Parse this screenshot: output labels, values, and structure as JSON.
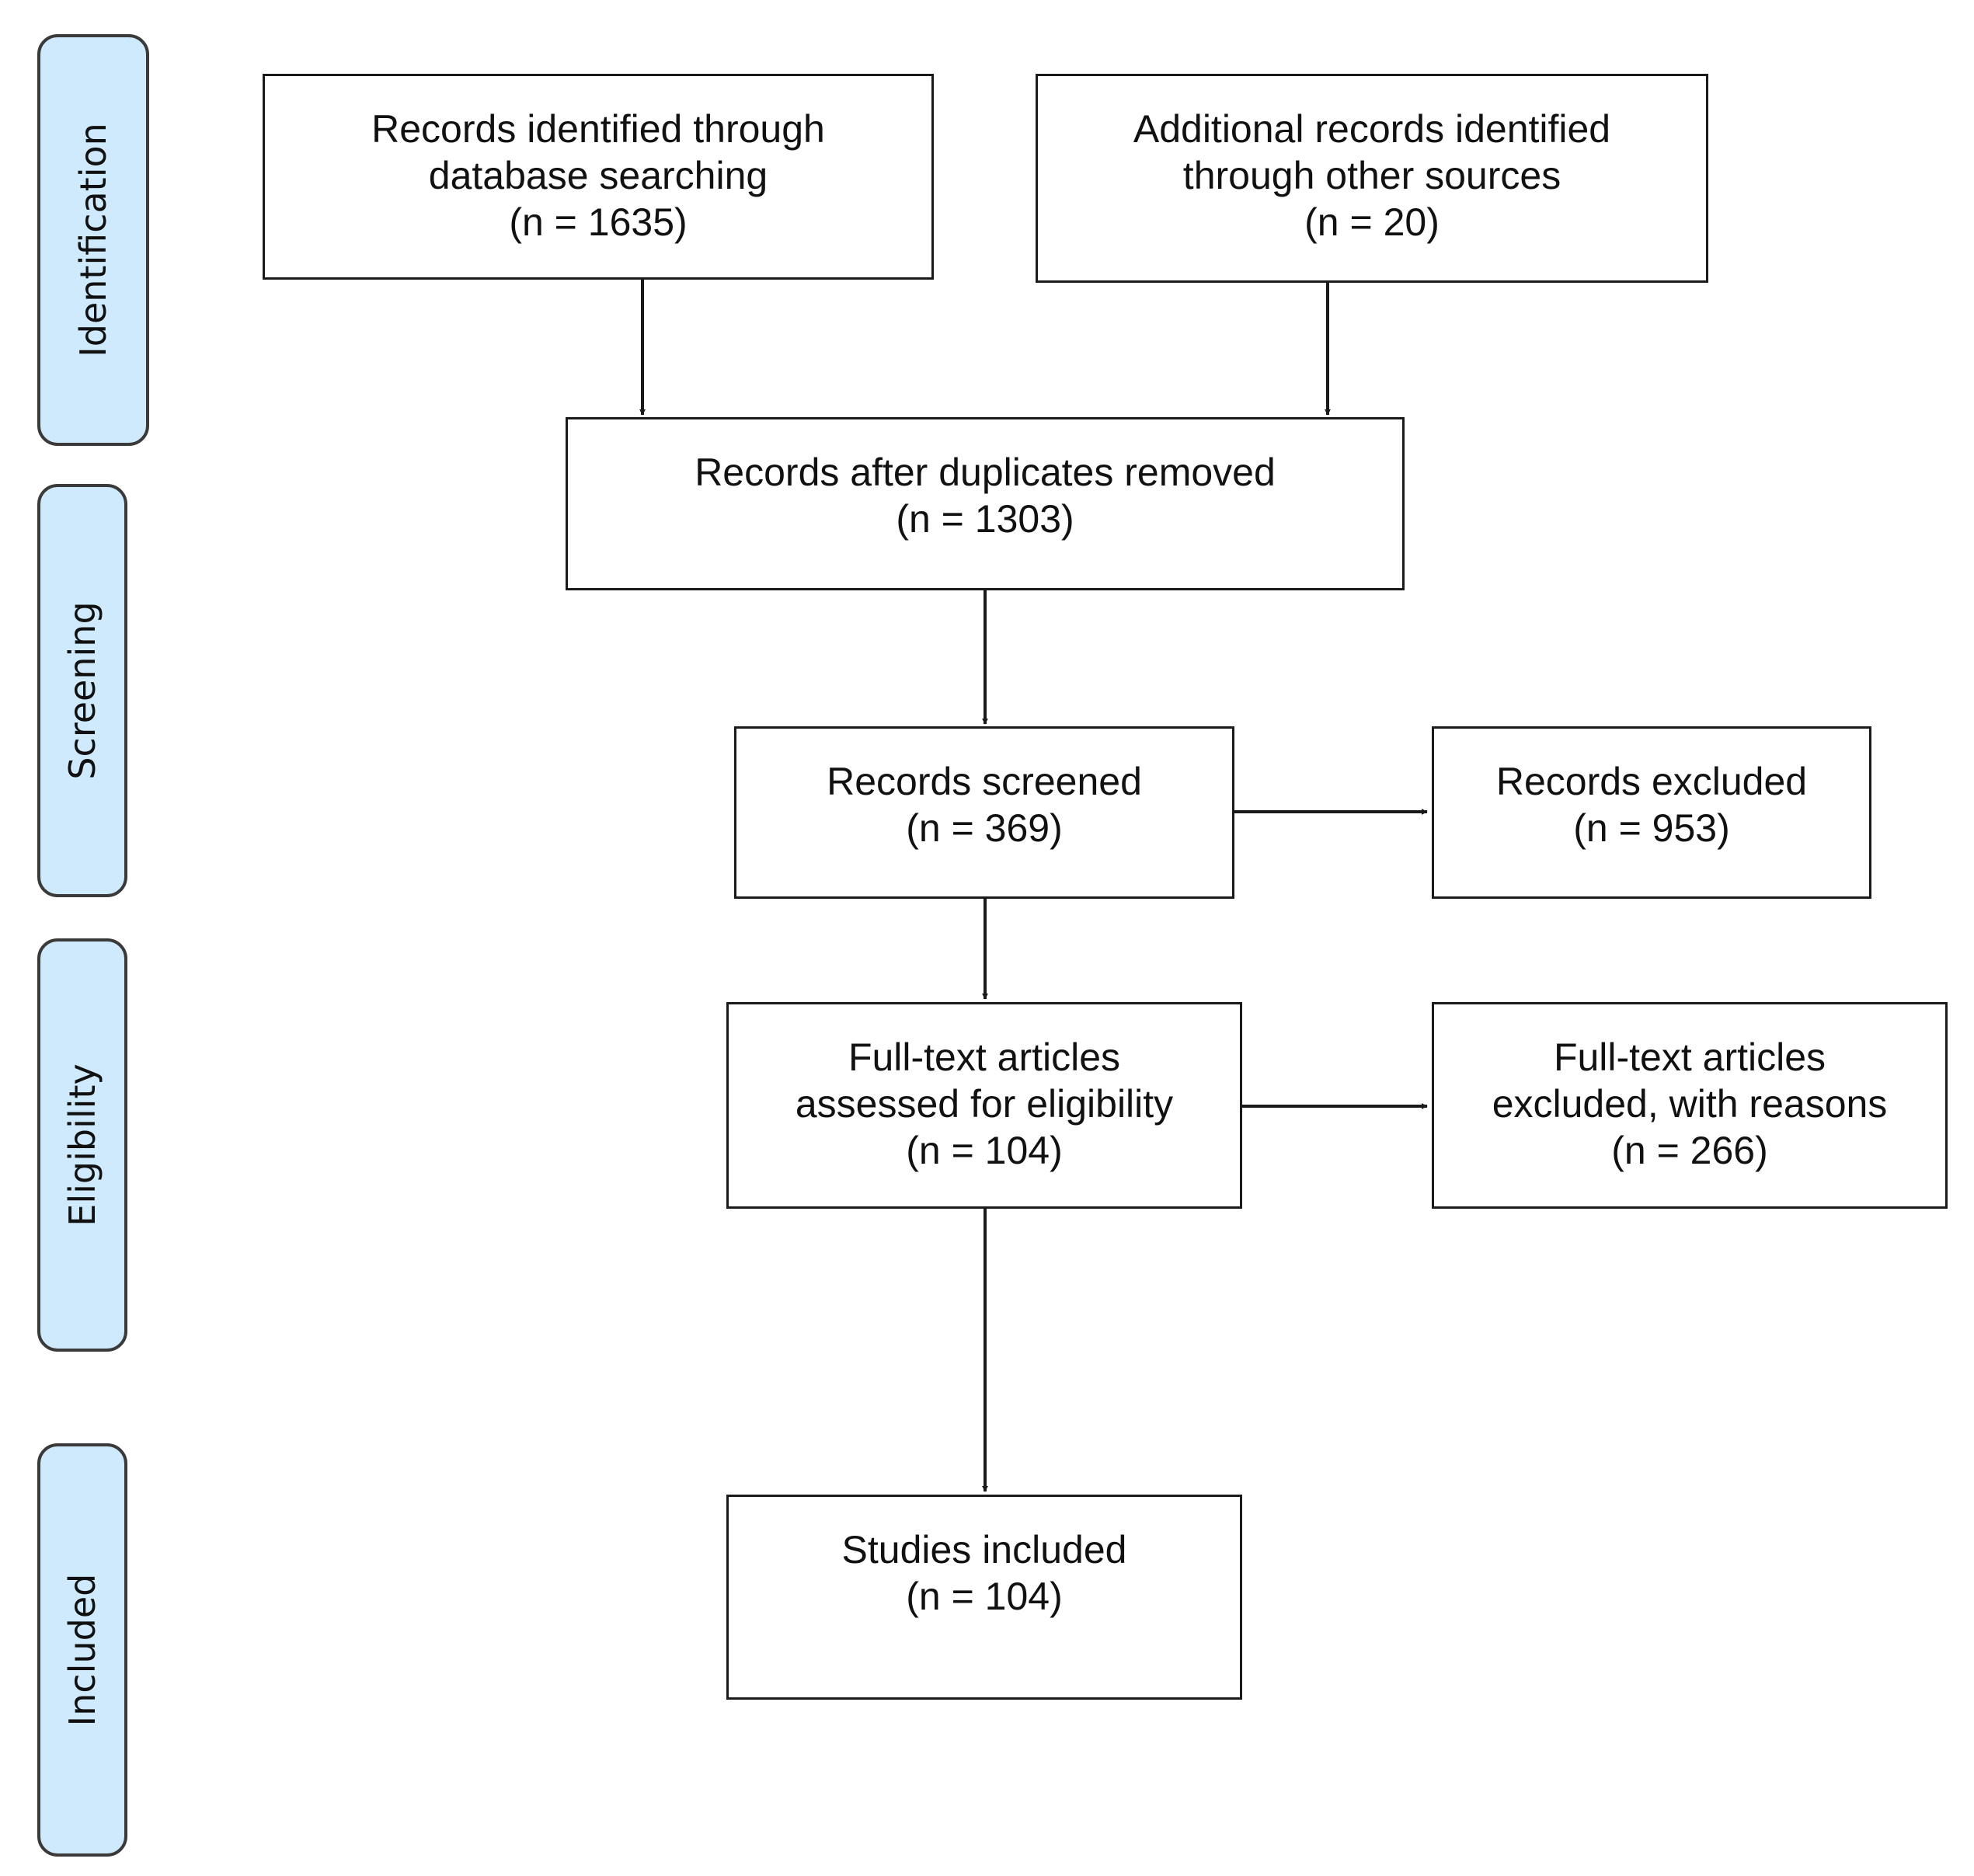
{
  "stages": [
    {
      "id": "identification",
      "label": "Identification"
    },
    {
      "id": "screening",
      "label": "Screening"
    },
    {
      "id": "eligibility",
      "label": "Eligibility"
    },
    {
      "id": "included",
      "label": "Included"
    }
  ],
  "boxes": {
    "database_search": {
      "line1": "Records identified through",
      "line2": "database searching",
      "count": "(n = 1635)"
    },
    "other_sources": {
      "line1": "Additional records identified",
      "line2": "through other sources",
      "count": "(n = 20)"
    },
    "after_duplicates": {
      "line1": "Records after duplicates removed",
      "count": "(n = 1303)"
    },
    "screened": {
      "line1": "Records screened",
      "count": "(n = 369)"
    },
    "excluded": {
      "line1": "Records excluded",
      "count": "(n = 953)"
    },
    "fulltext_assessed": {
      "line1": "Full-text articles",
      "line2": "assessed for eligibility",
      "count": "(n = 104)"
    },
    "fulltext_excluded": {
      "line1": "Full-text articles",
      "line2": "excluded, with reasons",
      "count": "(n = 266)"
    },
    "included": {
      "line1": "Studies included",
      "count": "(n = 104)"
    }
  },
  "colors": {
    "stage_fill": "#cfeafc",
    "stage_border": "#3a3a3a",
    "box_border": "#1a1a1a",
    "arrow": "#1a1a1a"
  }
}
